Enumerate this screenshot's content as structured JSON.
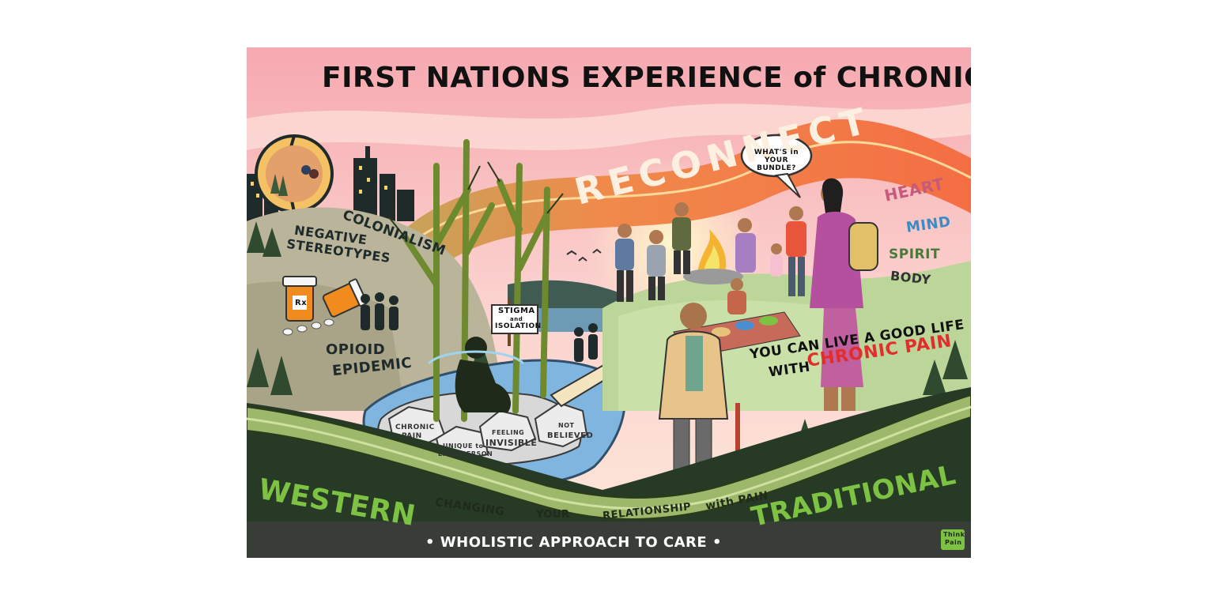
{
  "poster": {
    "title": "FIRST NATIONS EXPERIENCE of CHRONIC PAIN",
    "ribbon": "RECONNECT",
    "speech_bubble": "WHAT'S in YOUR BUNDLE?",
    "left_labels": {
      "colonialism": "COLONIALISM",
      "negative_1": "NEGATIVE",
      "negative_2": "STEREOTYPES",
      "opioid_1": "OPIOID",
      "opioid_2": "EPIDEMIC",
      "stigma_1": "STIGMA",
      "stigma_2": "and",
      "stigma_3": "ISOLATION",
      "rx": "Rx"
    },
    "rocks": {
      "chronic_1": "CHRONIC",
      "chronic_2": "PAIN",
      "unique_1": "UNIQUE to",
      "unique_2": "EACH PERSON",
      "feeling_1": "FEELING",
      "feeling_2": "INVISIBLE",
      "not_1": "NOT",
      "not_2": "BELIEVED"
    },
    "wellness": {
      "heart": "HEART",
      "mind": "MIND",
      "spirit": "SPIRIT",
      "body": "BODY"
    },
    "message": {
      "line1": "YOU CAN LIVE A GOOD LIFE",
      "line2_a": "WITH",
      "line2_b": "CHRONIC PAIN"
    },
    "braid": {
      "w1": "CHANGING",
      "w2": "YOUR",
      "w3": "RELATIONSHIP",
      "w4": "with PAIN"
    },
    "bottom": {
      "western": "WESTERN",
      "traditional": "TRADITIONAL",
      "footer": "• WHOLISTIC APPROACH TO CARE •"
    },
    "logo": {
      "l1": "Think",
      "l2": "Pain"
    }
  },
  "colors": {
    "sky_top": "#f7b4b8",
    "sky_bottom": "#fbd9d2",
    "ribbon": "#f08a4b",
    "ribbon_text": "#fdf0e0",
    "water": "#7fb5de",
    "green_text": "#7dc242",
    "red_text": "#e22d2d",
    "dark_ground": "#263a25",
    "hill": "#b9b49a",
    "meadow": "#bcd69a"
  }
}
